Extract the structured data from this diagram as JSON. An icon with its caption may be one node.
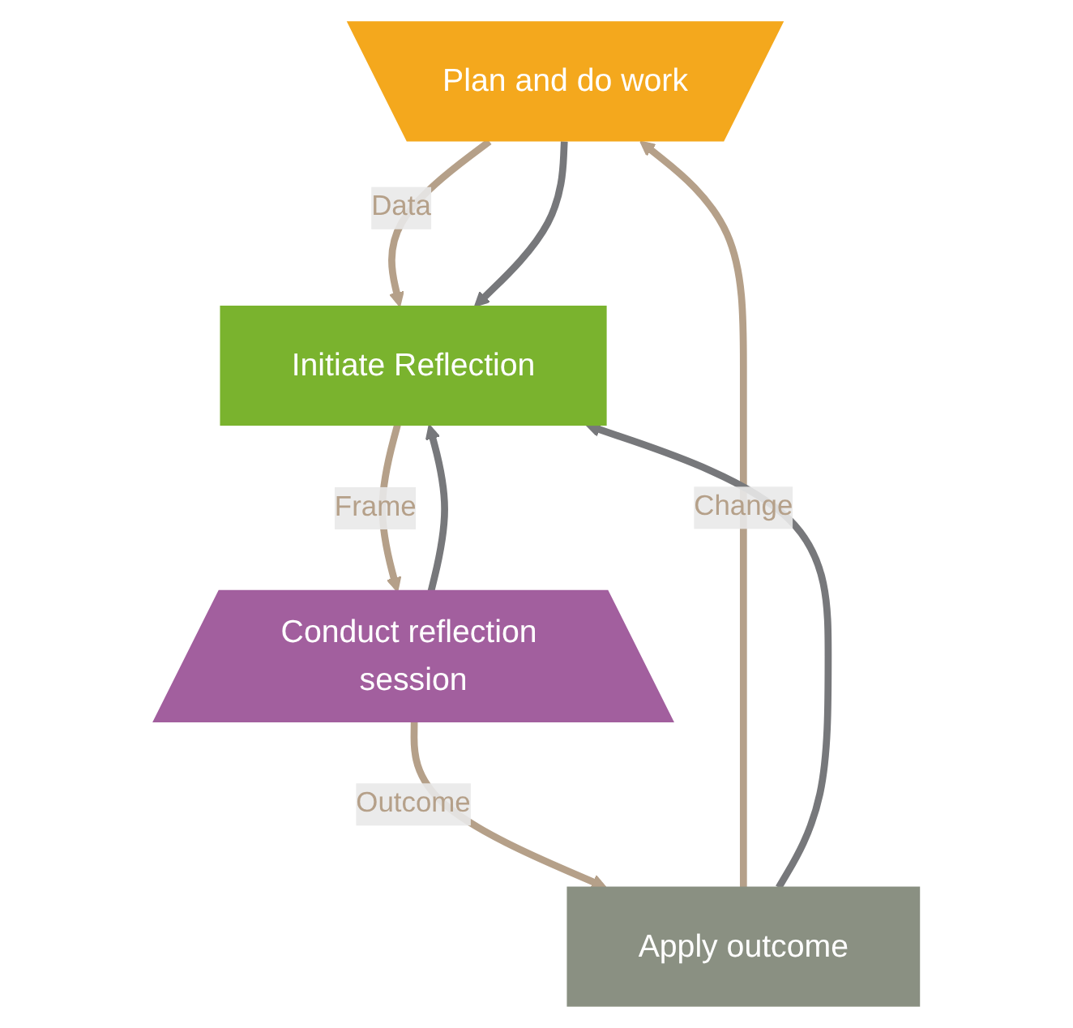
{
  "diagram": {
    "nodes": [
      {
        "text": [
          "Plan and do work"
        ]
      },
      {
        "text": [
          "Initiate Reflection"
        ]
      },
      {
        "text": [
          "Conduct reflection session"
        ]
      },
      {
        "text": [
          "Apply outcome"
        ]
      }
    ],
    "edges": [
      {
        "from": 0,
        "to": 1,
        "arrow": "to",
        "label": "Data"
      },
      {
        "from": 1,
        "to": 2,
        "arrow": "to",
        "label": "Frame"
      },
      {
        "from": 2,
        "to": 3,
        "arrow": "to",
        "label": "Outcome"
      },
      {
        "from": 3,
        "to": 0,
        "arrow": "to",
        "label": "Change"
      },
      {
        "from": 0,
        "to": 1,
        "arrow": "to",
        "color": "#77787b"
      },
      {
        "from": 3,
        "to": 1,
        "arrow": "to",
        "color": "#77787b"
      },
      {
        "from": 2,
        "to": 1,
        "arrow": "to",
        "color": "#77787b"
      }
    ]
  }
}
